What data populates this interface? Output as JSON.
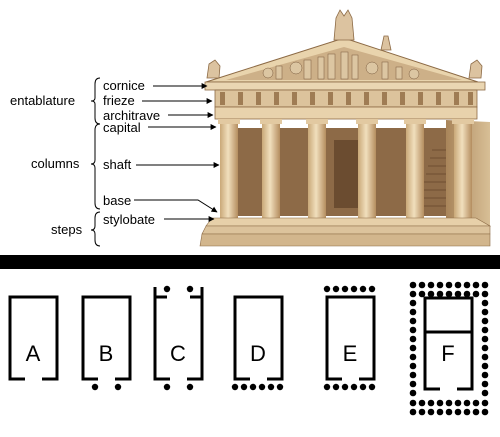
{
  "labels": {
    "groups": {
      "entablature": "entablature",
      "columns": "columns",
      "steps": "steps"
    },
    "parts": {
      "cornice": "cornice",
      "frieze": "frieze",
      "architrave": "architrave",
      "capital": "capital",
      "shaft": "shaft",
      "base": "base",
      "stylobate": "stylobate"
    }
  },
  "plans": [
    "A",
    "B",
    "C",
    "D",
    "E",
    "F"
  ],
  "colors": {
    "ink": "#000000",
    "divider": "#000000",
    "temple_stone": "#e6cfa6",
    "temple_shadow": "#b8956a",
    "temple_dark": "#7a5a3c",
    "sculpture": "#d9c3a0"
  }
}
